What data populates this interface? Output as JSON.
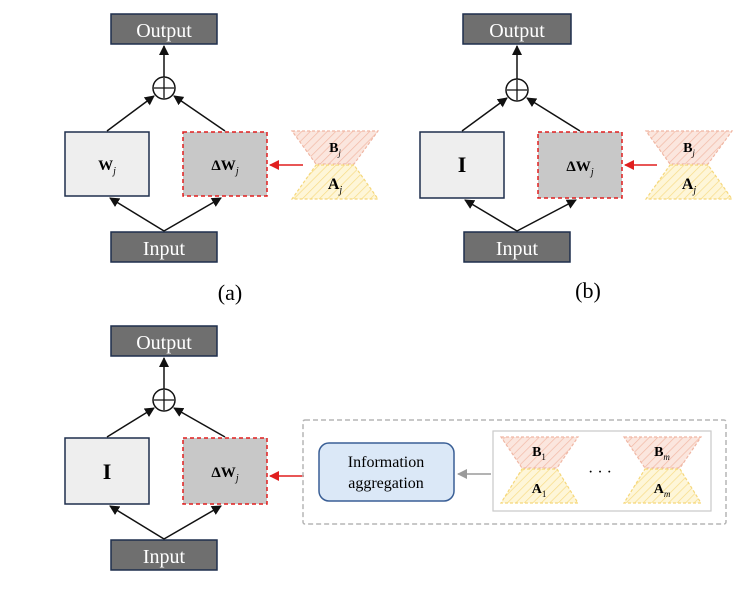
{
  "labels": {
    "output": "Output",
    "input": "Input",
    "plus": "⊕",
    "w": "W",
    "w_sub": "j",
    "identity": "I",
    "delta_w": "ΔW",
    "delta_w_sub": "j",
    "b": "B",
    "b_sub": "j",
    "a": "A",
    "a_sub": "j",
    "info_line1": "Information",
    "info_line2": "aggregation",
    "b1": "B",
    "b1_sub": "1",
    "a1": "A",
    "a1_sub": "1",
    "bm": "B",
    "bm_sub": "m",
    "am": "A",
    "am_sub": "m",
    "ellipsis": "· · ·"
  },
  "captions": {
    "a": "(a)",
    "b": "(b)"
  },
  "colors": {
    "box_dark": "#6f6f6f",
    "box_light": "#eeeeee",
    "box_gray": "#c8c8c8",
    "dashed_red": "#e01f1f",
    "arrow_red": "#e01f1f",
    "b_fill": "#f7d9cf",
    "a_fill": "#fdf0c4",
    "info_fill": "#dbe8f7",
    "info_stroke": "#3a5f96",
    "outer_dashed": "#b5b5b5"
  }
}
